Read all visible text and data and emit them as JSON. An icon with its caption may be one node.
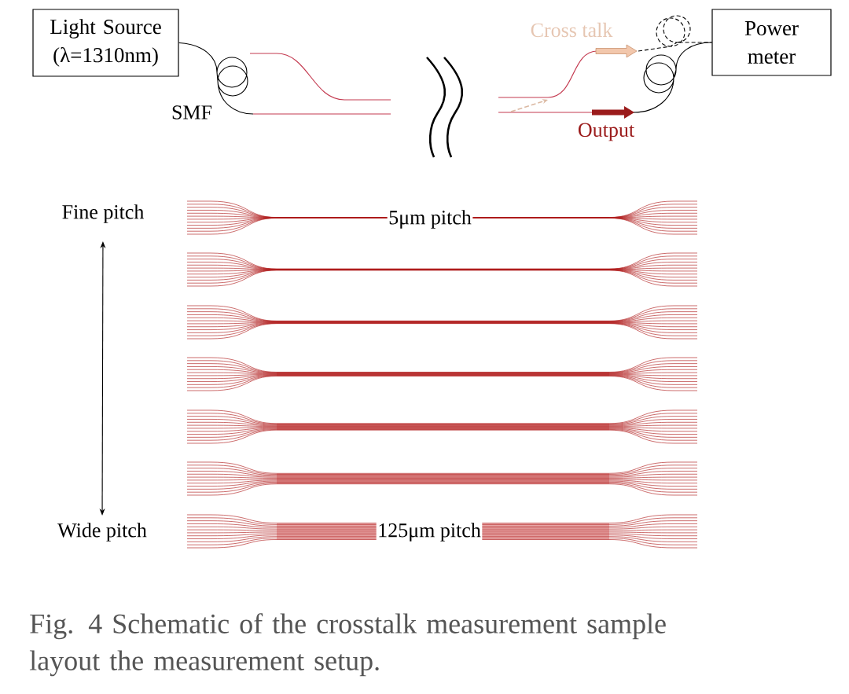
{
  "diagram": {
    "caption": "Fig. 4 Schematic of the crosstalk measurement sample layout the measurement setup.",
    "nodes": [
      {
        "text": [
          "Light Source (λ=1310nm)"
        ]
      },
      {
        "text": [
          "Power meter"
        ]
      },
      {
        "text": [
          "Fine pitch"
        ]
      },
      {
        "text": [
          "Wide pitch"
        ]
      }
    ],
    "edges": [
      {
        "from": 0,
        "to": null,
        "arrow": "none"
      },
      {
        "from": null,
        "to": 1,
        "arrow": "none"
      },
      {
        "from": null,
        "to": 1,
        "arrow": "none",
        "style": "dashed"
      },
      {
        "from": 2,
        "to": 3,
        "arrow": "both"
      }
    ],
    "labels": [
      "Cross talk",
      "SMF",
      "Output",
      "5μm pitch",
      "125μm pitch"
    ]
  }
}
